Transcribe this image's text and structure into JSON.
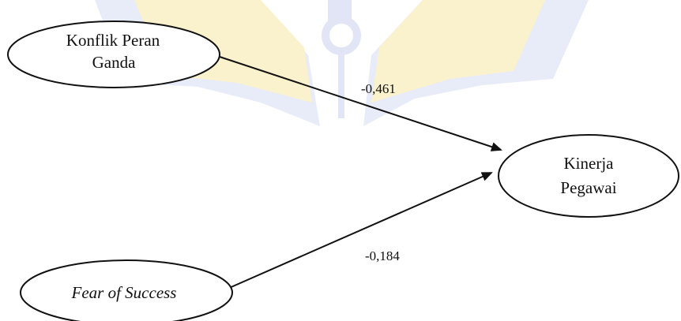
{
  "diagram": {
    "nodes": {
      "konflik": {
        "line1": "Konflik Peran",
        "line2": "Ganda"
      },
      "fear": {
        "label": "Fear of Success"
      },
      "kinerja": {
        "line1": "Kinerja",
        "line2": "Pegawai"
      }
    },
    "edges": {
      "konflik_to_kinerja": {
        "coefficient": "-0,461"
      },
      "fear_to_kinerja": {
        "coefficient": "-0,184"
      }
    },
    "colors": {
      "watermark_blue": "#3f5fc8",
      "watermark_yellow": "#f4d24a",
      "stroke": "#111111"
    }
  }
}
